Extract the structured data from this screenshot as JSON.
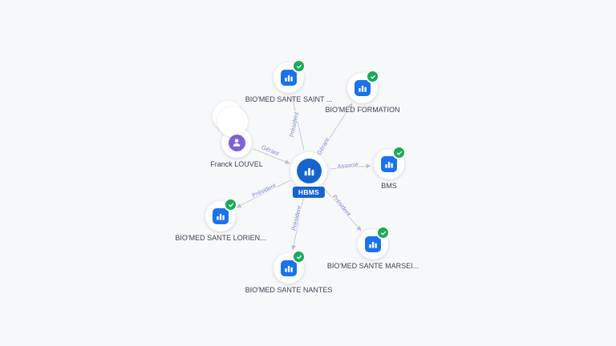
{
  "graph": {
    "center": {
      "label": "HBMS"
    },
    "nodes": {
      "saint": {
        "label": "BIO'MED SANTE SAINT ...",
        "type": "company",
        "verified": true
      },
      "formation": {
        "label": "BIO'MED FORMATION",
        "type": "company",
        "verified": true
      },
      "louvel": {
        "label": "Franck LOUVEL",
        "type": "person",
        "verified": false
      },
      "bms": {
        "label": "BMS",
        "type": "company",
        "verified": true
      },
      "lorient": {
        "label": "BIO'MED SANTE LORIEN...",
        "type": "company",
        "verified": true
      },
      "nantes": {
        "label": "BIO'MED SANTE NANTES",
        "type": "company",
        "verified": true
      },
      "marseille": {
        "label": "BIO'MED SANTE MARSEI...",
        "type": "company",
        "verified": true
      }
    },
    "edges": {
      "saint": {
        "label": "Président"
      },
      "formation": {
        "label": "Gérant"
      },
      "louvel": {
        "label": "Gérant"
      },
      "bms": {
        "label": "Associé"
      },
      "lorient": {
        "label": "Président"
      },
      "nantes": {
        "label": "Président"
      },
      "marseille": {
        "label": "Président"
      }
    },
    "colors": {
      "background": "#f7f8fa",
      "company_icon": "#1a73e8",
      "person_icon": "#7d62d1",
      "center_node": "#1765cc",
      "verified_badge": "#1ea85a",
      "edge": "#c6cdd6",
      "edge_label": "#7e8bc9"
    }
  }
}
